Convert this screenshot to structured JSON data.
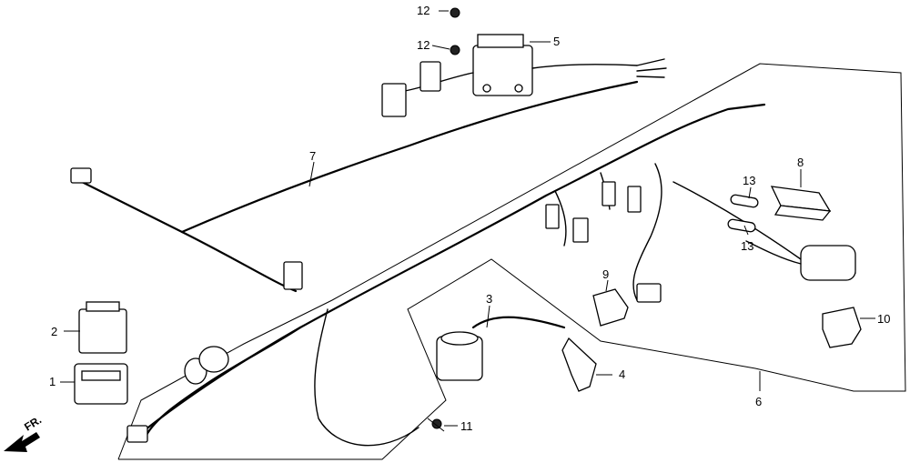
{
  "callouts": {
    "c1": "1",
    "c2": "2",
    "c3": "3",
    "c4": "4",
    "c5": "5",
    "c6": "6",
    "c7": "7",
    "c8": "8",
    "c9": "9",
    "c10": "10",
    "c11": "11",
    "c12a": "12",
    "c12b": "12",
    "c13a": "13",
    "c13b": "13"
  },
  "direction_label": "FR.",
  "icons": {
    "direction_arrow": "front-direction-arrow-icon"
  }
}
